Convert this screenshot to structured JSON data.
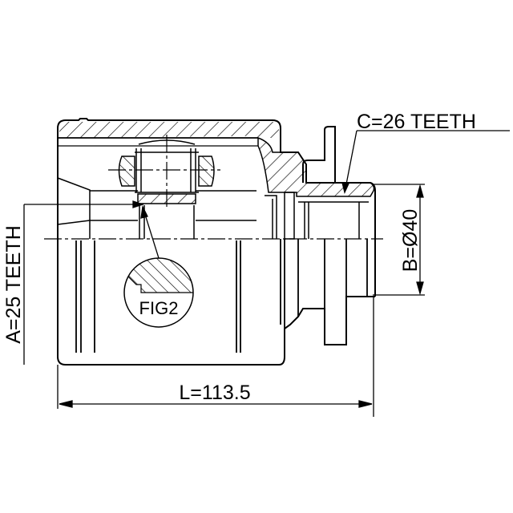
{
  "drawing": {
    "title": "Inner CV joint cross-section",
    "labels": {
      "spline_c": "C=26 TEETH",
      "spline_a": "A=25 TEETH",
      "diameter_b": "B=Ø40",
      "length_l": "L=113.5",
      "detail": "FIG2"
    },
    "colors": {
      "line": "#000000",
      "background": "#ffffff"
    }
  }
}
